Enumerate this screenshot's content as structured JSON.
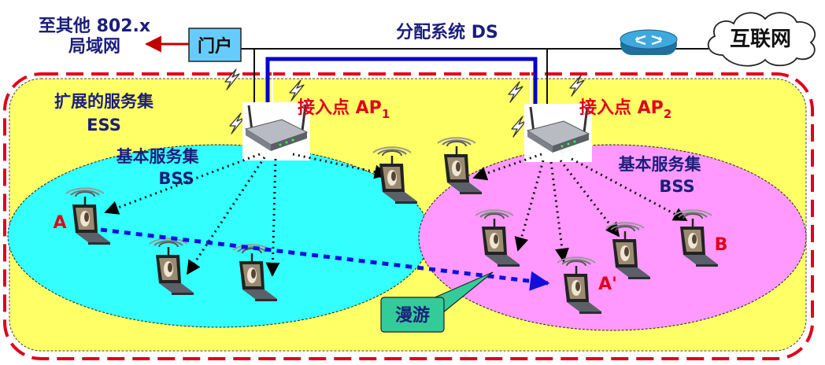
{
  "labels": {
    "other_lan_line1": "至其他 802.x",
    "other_lan_line2": "局域网",
    "portal": "门户",
    "ds": "分配系统 DS",
    "internet": "互联网",
    "ess_line1": "扩展的服务集",
    "ess_line2": "ESS",
    "ap1_prefix": "接入点 AP",
    "ap1_sub": "1",
    "ap2_prefix": "接入点 AP",
    "ap2_sub": "2",
    "bss1_line1": "基本服务集",
    "bss1_line2": "BSS",
    "bss2_line1": "基本服务集",
    "bss2_line2": "BSS",
    "station_a": "A",
    "station_a_prime": "A'",
    "station_b": "B",
    "roaming": "漫游"
  },
  "colors": {
    "ess_fill": "#ffff66",
    "ess_border": "#e0001b",
    "bss1_fill": "#33ffff",
    "bss2_fill": "#ff99ff",
    "label_navy": "#1b1e7a",
    "label_red": "#e0001b",
    "ds_line": "#0000cc",
    "portal_fill": "#66ccff",
    "roaming_fill": "#33cc99",
    "router": "#3399cc"
  },
  "icons": [
    "laptop-icon",
    "access-point-icon",
    "router-icon",
    "cloud-icon",
    "lightning-icon",
    "wireless-signal-icon"
  ]
}
